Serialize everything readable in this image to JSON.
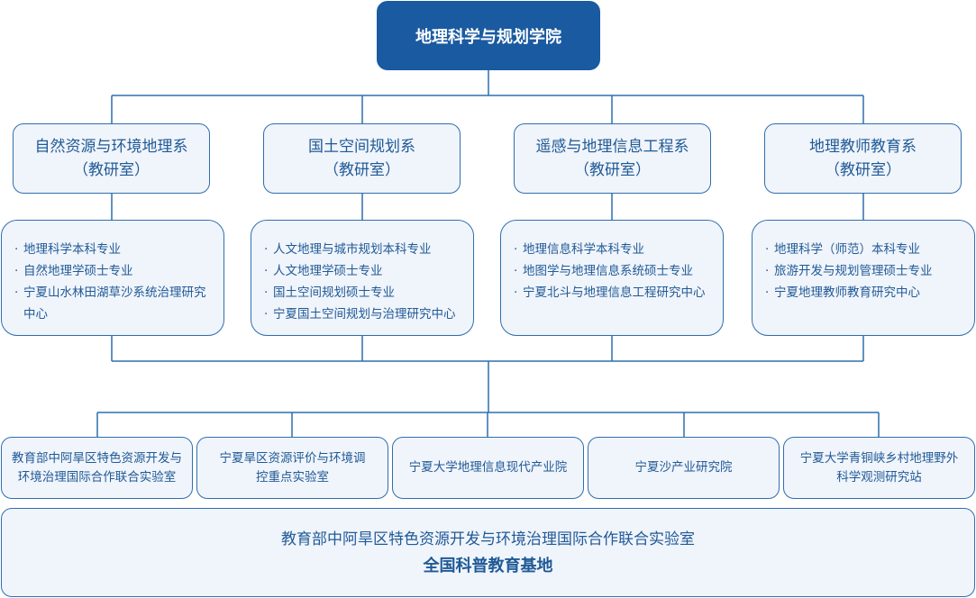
{
  "college": "地理科学与规划学院",
  "departments": [
    {
      "name": "自然资源与环境地理系",
      "sub": "（教研室）",
      "items": [
        "地理科学本科专业",
        "自然地理学硕士专业",
        "宁夏山水林田湖草沙系统治理研究中心"
      ]
    },
    {
      "name": "国土空间规划系",
      "sub": "（教研室）",
      "items": [
        "人文地理与城市规划本科专业",
        "人文地理学硕士专业",
        "国土空间规划硕士专业",
        "宁夏国土空间规划与治理研究中心"
      ]
    },
    {
      "name": "遥感与地理信息工程系",
      "sub": "（教研室）",
      "items": [
        "地理信息科学本科专业",
        "地图学与地理信息系统硕士专业",
        "宁夏北斗与地理信息工程研究中心"
      ]
    },
    {
      "name": "地理教师教育系",
      "sub": "（教研室）",
      "items": [
        "地理科学（师范）本科专业",
        "旅游开发与规划管理硕士专业",
        "宁夏地理教师教育研究中心"
      ]
    }
  ],
  "institutes": [
    "教育部中阿旱区特色资源开发与环境治理国际合作联合实验室",
    "宁夏旱区资源评价与环境调控重点实验室",
    "宁夏大学地理信息现代产业院",
    "宁夏沙产业研究院",
    "宁夏大学青铜峡乡村地理野外科学观测研究站"
  ],
  "platform": {
    "line1": "教育部中阿旱区特色资源开发与环境治理国际合作联合实验室",
    "line2": "全国科普教育基地"
  }
}
